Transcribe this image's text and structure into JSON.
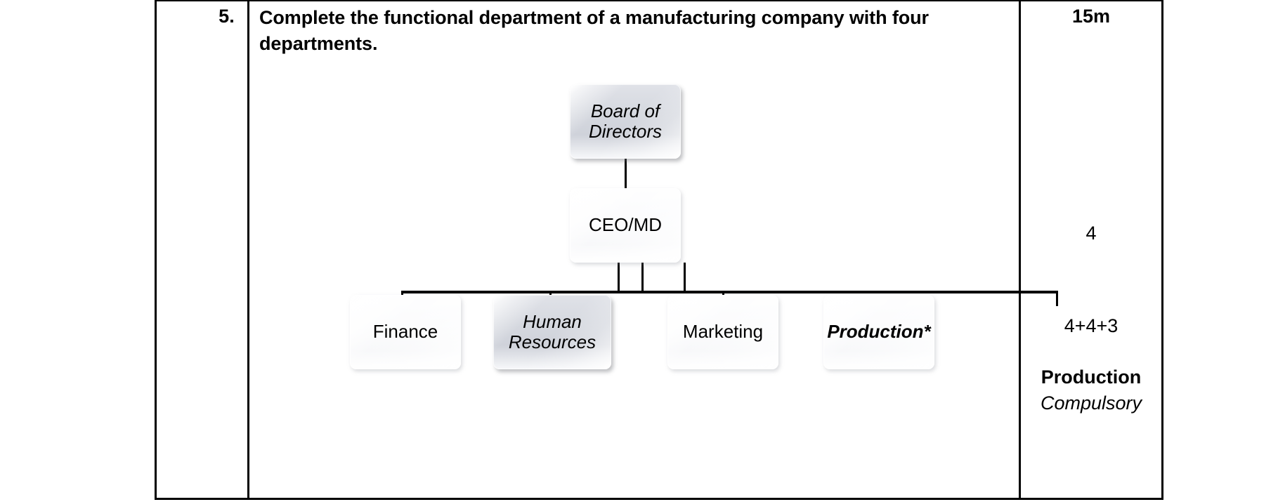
{
  "question": {
    "number": "5.",
    "text": "Complete the functional department of a manufacturing company with four departments."
  },
  "marks": {
    "duration": "15m",
    "value_1": "4",
    "value_2": "4+4+3",
    "note_title": "Production",
    "note_sub": "Compulsory"
  },
  "org_chart": {
    "type": "diagram",
    "nodes": [
      {
        "id": "board",
        "label": "Board of Directors",
        "style": "dark-italic",
        "level": 0
      },
      {
        "id": "ceo",
        "label": "CEO/MD",
        "style": "light",
        "level": 1
      },
      {
        "id": "finance",
        "label": "Finance",
        "style": "light",
        "level": 2
      },
      {
        "id": "hr",
        "label": "Human Resources",
        "style": "dark-italic",
        "level": 2
      },
      {
        "id": "marketing",
        "label": "Marketing",
        "style": "light",
        "level": 2
      },
      {
        "id": "production",
        "label": "Production*",
        "style": "light-bolditalic",
        "level": 2
      }
    ],
    "edges": [
      {
        "from": "board",
        "to": "ceo"
      },
      {
        "from": "ceo",
        "to": "finance"
      },
      {
        "from": "ceo",
        "to": "hr"
      },
      {
        "from": "ceo",
        "to": "marketing"
      },
      {
        "from": "ceo",
        "to": "production"
      }
    ],
    "node_labels": {
      "board_line1": "Board of",
      "board_line2": "Directors",
      "ceo": "CEO/MD",
      "finance": "Finance",
      "hr_line1": "Human",
      "hr_line2": "Resources",
      "marketing": "Marketing",
      "production": "Production*"
    }
  },
  "colors": {
    "border": "#000000",
    "text": "#000000",
    "node_light": "#f7f8fa",
    "node_dark": "#d5d8df",
    "background": "#ffffff"
  }
}
